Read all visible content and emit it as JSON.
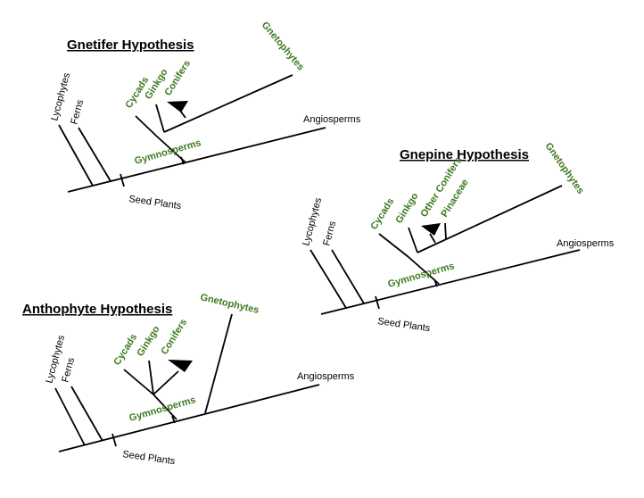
{
  "colors": {
    "gymnosperm_green": "#3d7a1f",
    "line": "#000000",
    "background": "#ffffff"
  },
  "diagrams": {
    "gnetifer": {
      "title": "Gnetifer Hypothesis",
      "lycophytes": "Lycophytes",
      "ferns": "Ferns",
      "seed_plants": "Seed Plants",
      "gymnosperms": "Gymnosperms",
      "angiosperms": "Angiosperms",
      "cycads": "Cycads",
      "ginkgo": "Ginkgo",
      "conifers": "Conifers",
      "gnetophytes": "Gnetophytes"
    },
    "gnepine": {
      "title": "Gnepine Hypothesis",
      "lycophytes": "Lycophytes",
      "ferns": "Ferns",
      "seed_plants": "Seed Plants",
      "gymnosperms": "Gymnosperms",
      "angiosperms": "Angiosperms",
      "cycads": "Cycads",
      "ginkgo": "Ginkgo",
      "other_conifers": "Other Conifers",
      "pinaceae": "Pinaceae",
      "gnetophytes": "Gnetophytes"
    },
    "anthophyte": {
      "title": "Anthophyte Hypothesis",
      "lycophytes": "Lycophytes",
      "ferns": "Ferns",
      "seed_plants": "Seed Plants",
      "gymnosperms": "Gymnosperms",
      "angiosperms": "Angiosperms",
      "cycads": "Cycads",
      "ginkgo": "Ginkgo",
      "conifers": "Conifers",
      "gnetophytes": "Gnetophytes"
    }
  }
}
